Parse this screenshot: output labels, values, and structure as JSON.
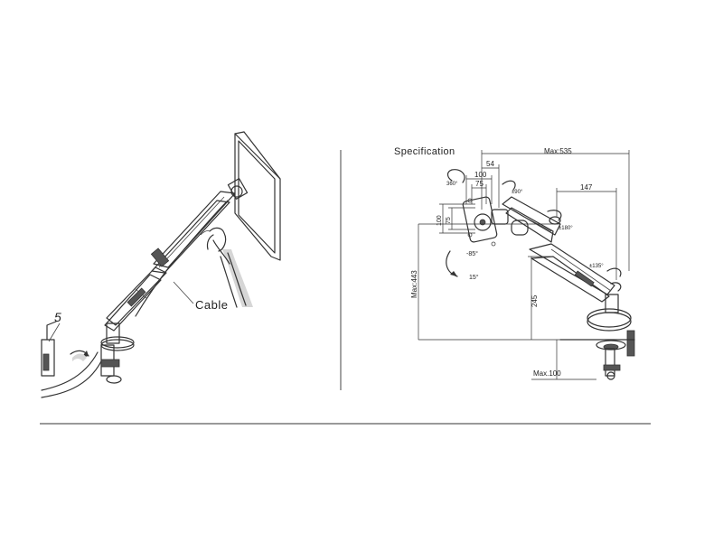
{
  "left_panel": {
    "step_number": "5",
    "cable_label": "Cable"
  },
  "right_panel": {
    "title": "Specification",
    "dims": {
      "max_reach": "Max:535",
      "d54": "54",
      "d100_top": "100",
      "d75_top": "75",
      "d147": "147",
      "d100_left": "100",
      "d75_left": "75",
      "max_height": "Max:443",
      "d245": "245",
      "max_clamp": "Max.100"
    },
    "angles": {
      "rot360": "360°",
      "tilt_down": "-85°",
      "tilt_up": "15°",
      "swivel1": "±90°",
      "swivel2": "±180°",
      "swivel3": "±135°"
    }
  },
  "colors": {
    "line": "#333333",
    "shade": "#d6d6d6"
  }
}
